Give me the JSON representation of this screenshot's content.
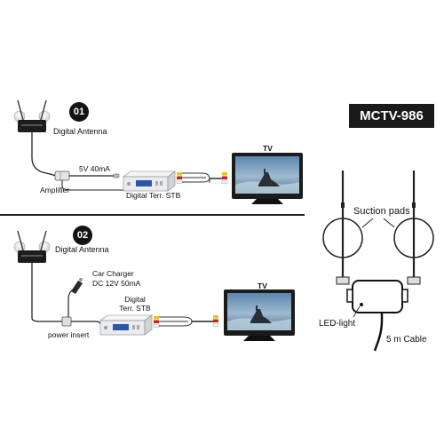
{
  "model_badge": "MCTV-986",
  "setup1": {
    "number": "01",
    "antenna_label": "Digital Antenna",
    "power_label": "5V 40mA",
    "amplifier_label": "Amplifier",
    "stb_label": "Digital Terr. STB",
    "tv_label": "TV"
  },
  "setup2": {
    "number": "02",
    "antenna_label": "Digital Antenna",
    "charger_label_line1": "Car Charger",
    "charger_label_line2": "DC 12V 50mA",
    "stb_label_line1": "Digital",
    "stb_label_line2": "Terr. STB",
    "insert_label": "power insert",
    "tv_label": "TV"
  },
  "detail": {
    "suction_label": "Suction pads",
    "led_label": "LED-light",
    "cable_label": "5 m Cable"
  },
  "colors": {
    "device": "#1c1c1c",
    "cable": "#222222",
    "screen_sky": "#6f93b3",
    "screen_water": "#9ab7cc",
    "stb_body": "#e9ecef",
    "stb_display": "#2c56a8",
    "rca_yellow": "#e8c21a",
    "rca_red": "#c8261f",
    "rca_white": "#f2f2f2"
  }
}
